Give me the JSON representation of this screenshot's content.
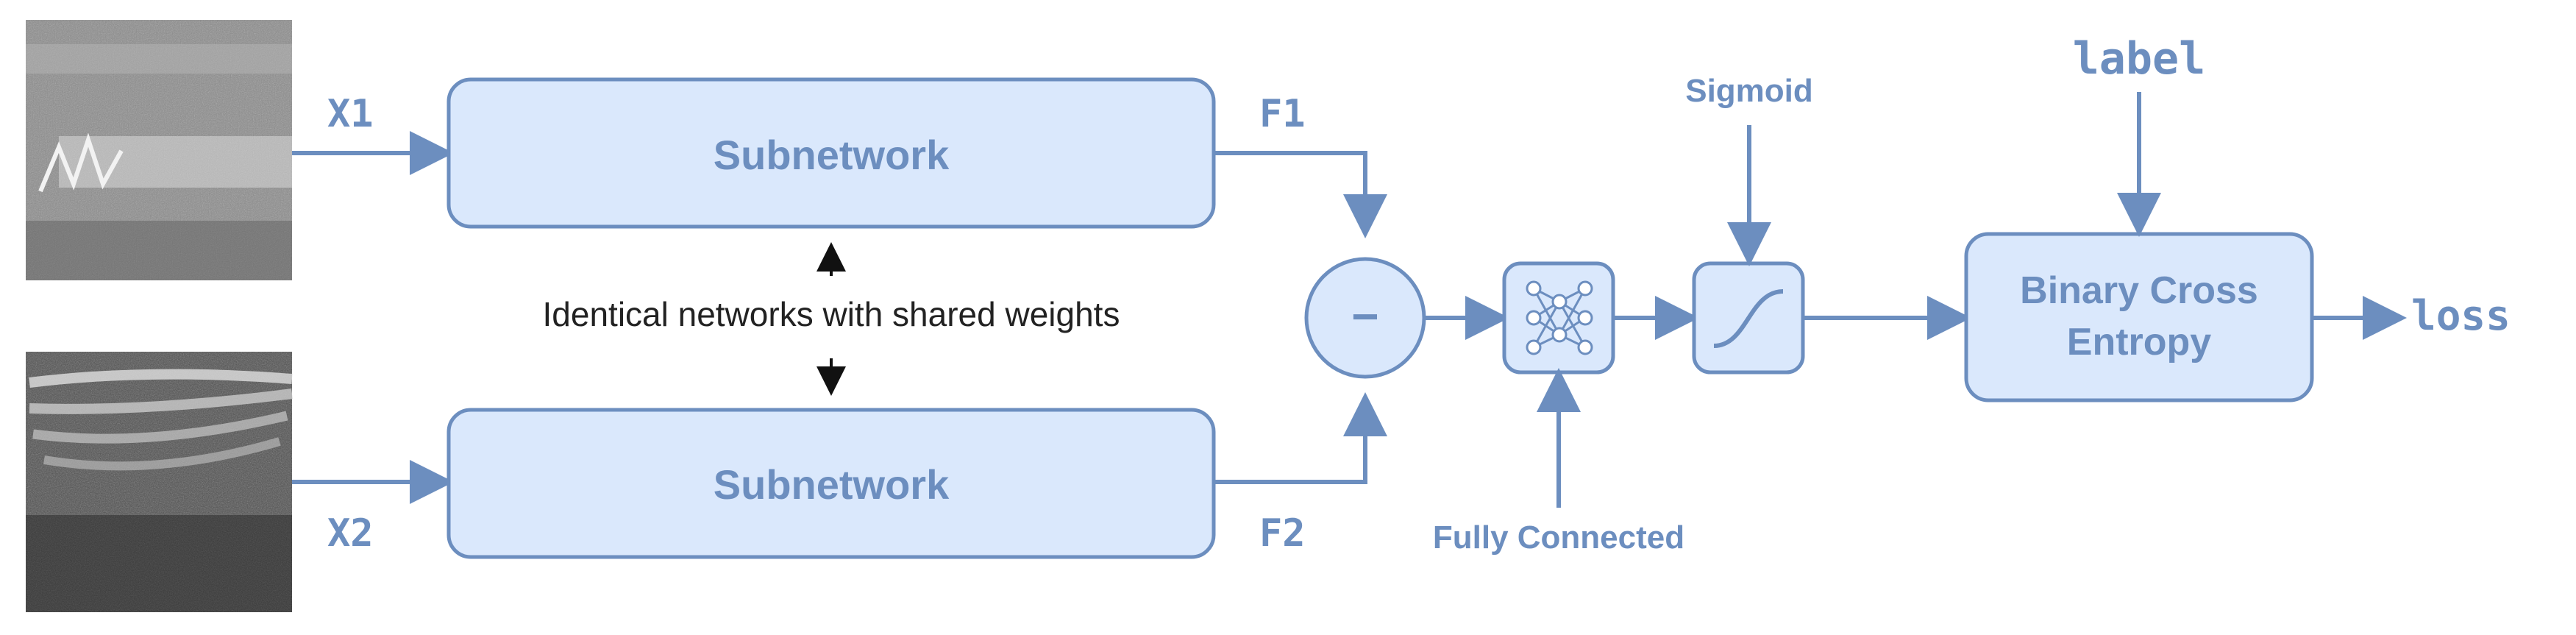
{
  "colors": {
    "accent": "#6c8ebf",
    "box_fill": "#dae8fc",
    "box_text": "#6c8ebf",
    "note_text": "#222222",
    "arrow": "#6c8ebf"
  },
  "inputs": {
    "x1": "X1",
    "x2": "X2"
  },
  "features": {
    "f1": "F1",
    "f2": "F2"
  },
  "subnetworks": {
    "top_label": "Subnetwork",
    "bottom_label": "Subnetwork"
  },
  "shared_note": "Identical networks with shared weights",
  "difference_symbol": "−",
  "fully_connected_label": "Fully Connected",
  "sigmoid_label": "Sigmoid",
  "loss_box": {
    "line1": "Binary Cross",
    "line2": "Entropy"
  },
  "label_text": "label",
  "loss_text": "loss",
  "icons": {
    "input_image_1": "spectrogram-image",
    "input_image_2": "spectrogram-image",
    "fc": "neural-network-icon",
    "sigmoid": "sigmoid-curve-icon"
  }
}
